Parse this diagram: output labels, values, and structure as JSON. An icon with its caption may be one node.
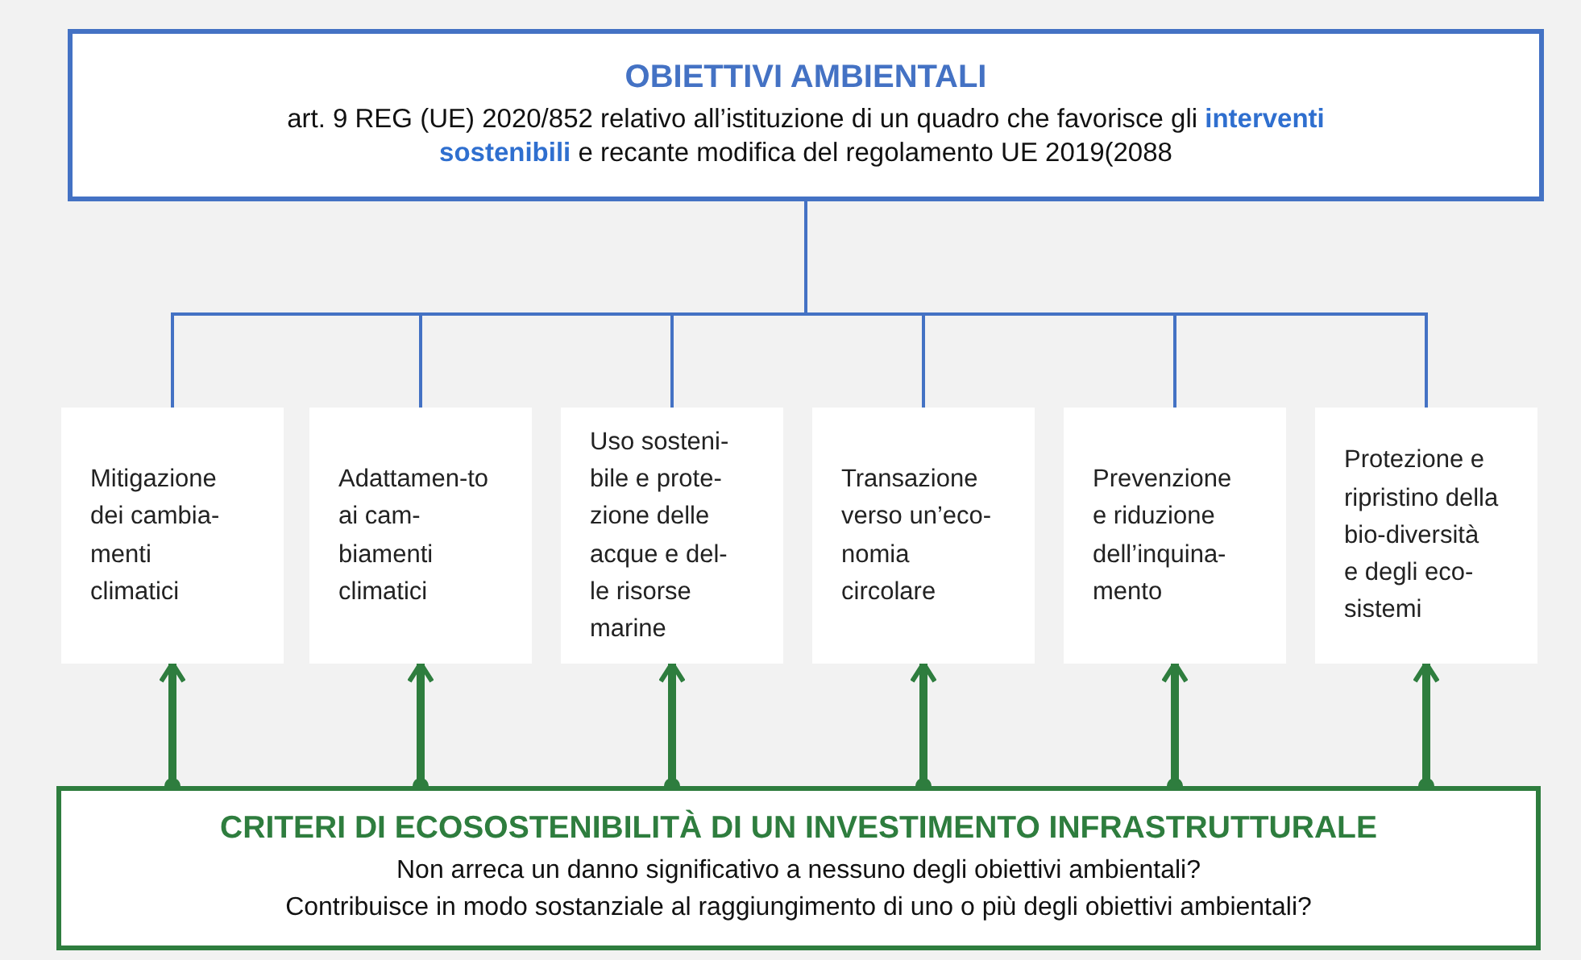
{
  "diagram": {
    "nodes": [
      {
        "text": [
          "OBIETTIVI AMBIENTALI",
          "art. 9 REG (UE) 2020/852 relativo all’istituzione di un quadro che favorisce gli **interventi sostenibili** e recante modifica del regolamento UE 2019(2088"
        ]
      },
      {
        "text": [
          "Mitigazione dei cambia-menti climatici"
        ]
      },
      {
        "text": [
          "Adattamen-to ai cam-biamenti climatici"
        ]
      },
      {
        "text": [
          "Uso sosteni-bile e prote-zione delle acque e del-le risorse marine"
        ]
      },
      {
        "text": [
          "Transazione verso un’eco-nomia circolare"
        ]
      },
      {
        "text": [
          "Prevenzione e riduzione dell’inquina-mento"
        ]
      },
      {
        "text": [
          "Protezione e ripristino della bio-diversità e degli eco-sistemi"
        ]
      },
      {
        "text": [
          "CRITERI DI ECOSOSTENIBILITÀ DI UN INVESTIMENTO INFRASTRUTTURALE",
          "Non arreca un danno significativo a nessuno degli obiettivi ambientali?",
          "Contribuisce in modo sostanziale al raggiungimento di uno o più degli obiettivi ambientali?"
        ]
      }
    ],
    "edges": [
      {
        "from": 0,
        "to": 1,
        "arrow": "none",
        "color": "#4472c4"
      },
      {
        "from": 0,
        "to": 2,
        "arrow": "none",
        "color": "#4472c4"
      },
      {
        "from": 0,
        "to": 3,
        "arrow": "none",
        "color": "#4472c4"
      },
      {
        "from": 0,
        "to": 4,
        "arrow": "none",
        "color": "#4472c4"
      },
      {
        "from": 0,
        "to": 5,
        "arrow": "none",
        "color": "#4472c4"
      },
      {
        "from": 0,
        "to": 6,
        "arrow": "none",
        "color": "#4472c4"
      },
      {
        "from": 7,
        "to": 1,
        "arrow": "to",
        "style": "thick",
        "color": "#2e7d3e"
      },
      {
        "from": 7,
        "to": 2,
        "arrow": "to",
        "style": "thick",
        "color": "#2e7d3e"
      },
      {
        "from": 7,
        "to": 3,
        "arrow": "to",
        "style": "thick",
        "color": "#2e7d3e"
      },
      {
        "from": 7,
        "to": 4,
        "arrow": "to",
        "style": "thick",
        "color": "#2e7d3e"
      },
      {
        "from": 7,
        "to": 5,
        "arrow": "to",
        "style": "thick",
        "color": "#2e7d3e"
      },
      {
        "from": 7,
        "to": 6,
        "arrow": "to",
        "style": "thick",
        "color": "#2e7d3e"
      }
    ]
  }
}
